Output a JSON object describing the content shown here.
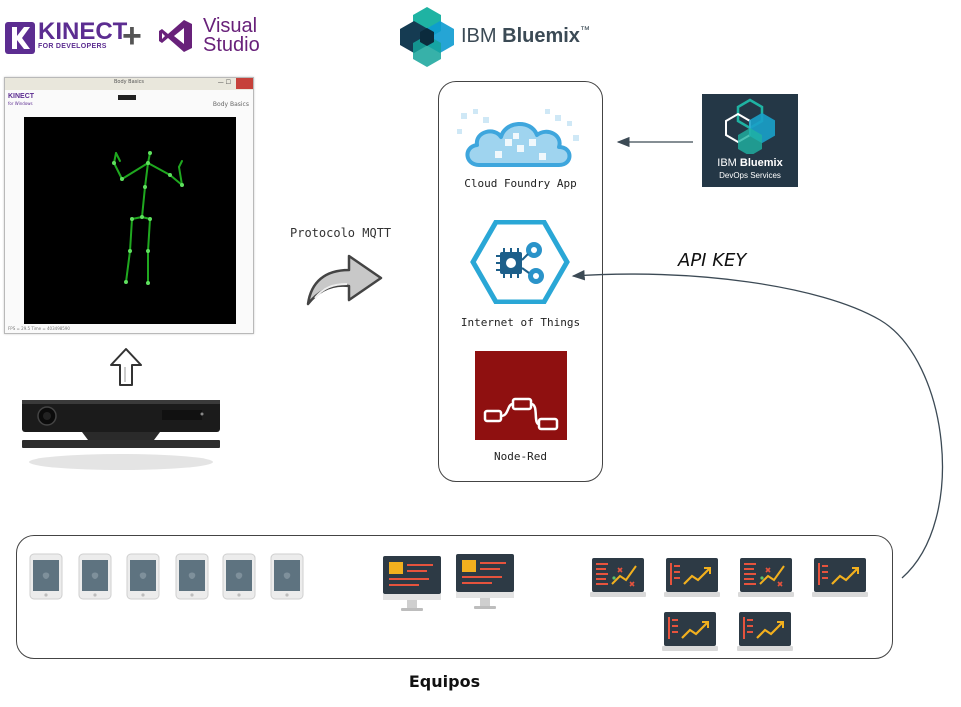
{
  "logos": {
    "kinect_word": "KINECT",
    "kinect_sub": "FOR DEVELOPERS",
    "plus": "+",
    "visual_studio_line1": "Visual",
    "visual_studio_line2": "Studio",
    "bluemix_prefix": "IBM ",
    "bluemix_name": "Bluemix",
    "bluemix_tm": "™"
  },
  "kinect_window": {
    "title": "Body Basics",
    "controls": "—  ☐",
    "brand": "KINECT",
    "brand_sub": "for Windows",
    "label": "Body Basics",
    "status": "FPS = 29.5  Time = 403498590"
  },
  "mqtt": {
    "label": "Protocolo MQTT"
  },
  "services": {
    "cloud_foundry_label": "Cloud Foundry App",
    "iot_label": "Internet of Things",
    "node_red_label": "Node-Red"
  },
  "devops": {
    "title_prefix": "IBM ",
    "title_bold": "Bluemix",
    "subtitle": "DevOps Services"
  },
  "api_key_label": "API KEY",
  "devices": {
    "label": "Equipos",
    "tablets": 6,
    "monitors": 2,
    "laptops_row1": 4,
    "laptops_row2": 2
  },
  "colors": {
    "kinect_purple": "#5c2d91",
    "vs_purple": "#68217a",
    "bluemix_teal": "#0f9fa8",
    "cloud_blue": "#3ea6dd",
    "iot_blue": "#2a93c9",
    "node_red": "#8f1010",
    "devops_bg": "#243746",
    "skeleton_green": "#1fa81f"
  }
}
